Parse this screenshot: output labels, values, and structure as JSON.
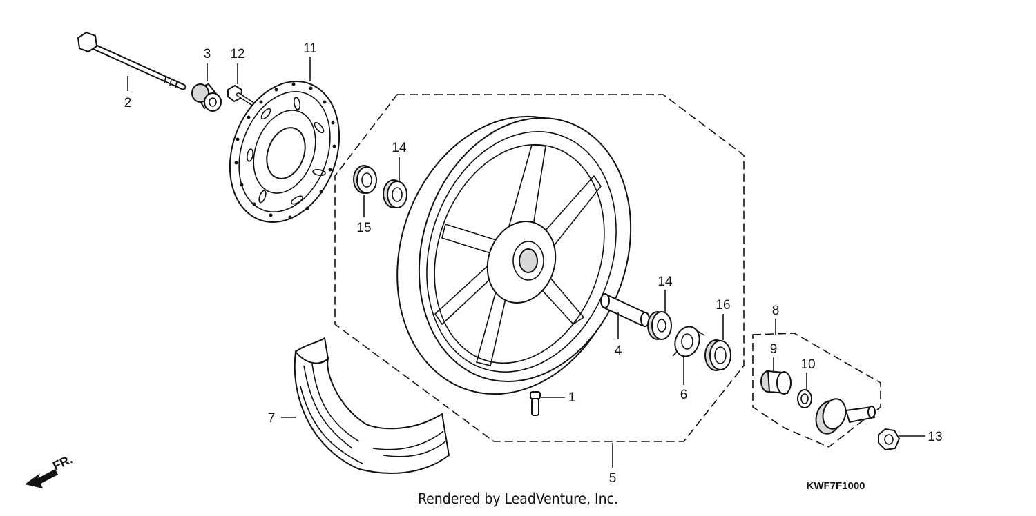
{
  "callouts": {
    "c1": "1",
    "c2": "2",
    "c3": "3",
    "c4": "4",
    "c5": "5",
    "c6": "6",
    "c7": "7",
    "c8": "8",
    "c9": "9",
    "c10": "10",
    "c11": "11",
    "c12": "12",
    "c13": "13",
    "c14a": "14",
    "c14b": "14",
    "c15": "15",
    "c16": "16"
  },
  "footer": {
    "credit": "Rendered by LeadVenture, Inc.",
    "diagram_code": "KWF7F1000"
  },
  "direction_marker": {
    "label": "FR.",
    "icon": "front-direction-arrow-icon"
  }
}
